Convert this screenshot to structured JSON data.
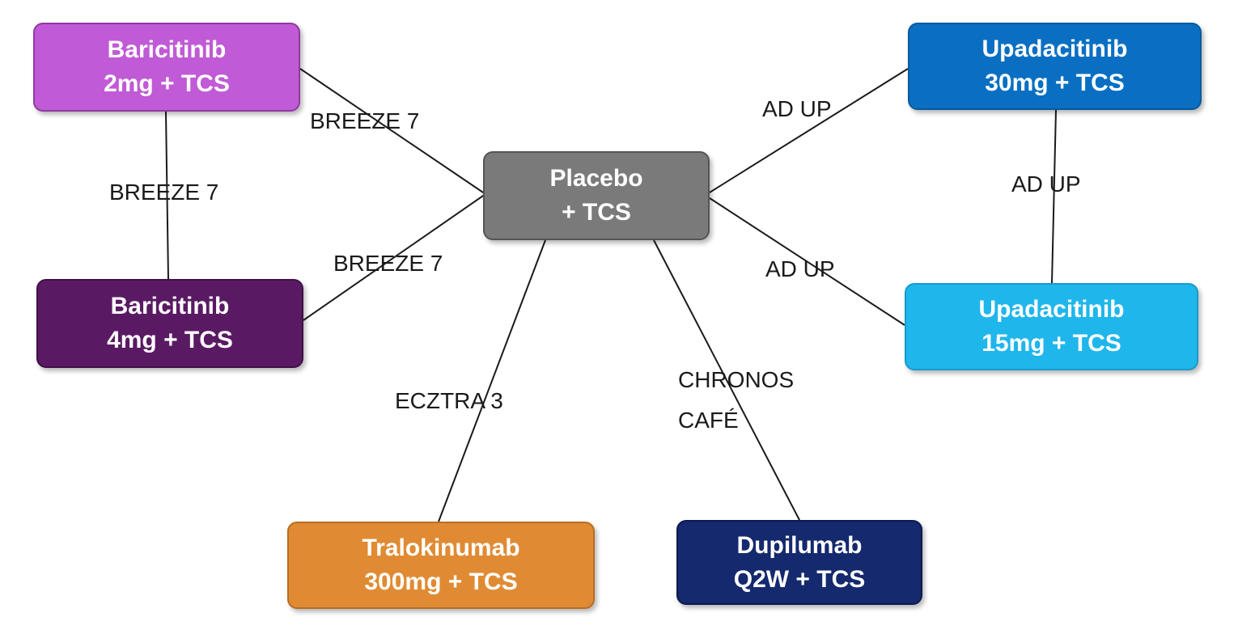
{
  "nodes": {
    "baricitinib_2mg": {
      "line1": "Baricitinib",
      "line2": "2mg + TCS",
      "color": "#c05ad6"
    },
    "baricitinib_4mg": {
      "line1": "Baricitinib",
      "line2": "4mg + TCS",
      "color": "#5a1a63"
    },
    "placebo": {
      "line1": "Placebo",
      "line2": "+ TCS",
      "color": "#7a7a7a"
    },
    "upadacitinib_30mg": {
      "line1": "Upadacitinib",
      "line2": "30mg + TCS",
      "color": "#0a6fc2"
    },
    "upadacitinib_15mg": {
      "line1": "Upadacitinib",
      "line2": "15mg + TCS",
      "color": "#1fb6ec"
    },
    "tralokinumab": {
      "line1": "Tralokinumab",
      "line2": "300mg + TCS",
      "color": "#e08b33"
    },
    "dupilumab": {
      "line1": "Dupilumab",
      "line2": "Q2W + TCS",
      "color": "#15296e"
    }
  },
  "edges": [
    {
      "from": "baricitinib_2mg",
      "to": "placebo",
      "label": "BREEZE 7"
    },
    {
      "from": "baricitinib_2mg",
      "to": "baricitinib_4mg",
      "label": "BREEZE 7"
    },
    {
      "from": "baricitinib_4mg",
      "to": "placebo",
      "label": "BREEZE 7"
    },
    {
      "from": "upadacitinib_30mg",
      "to": "placebo",
      "label": "AD UP"
    },
    {
      "from": "upadacitinib_30mg",
      "to": "upadacitinib_15mg",
      "label": "AD UP"
    },
    {
      "from": "upadacitinib_15mg",
      "to": "placebo",
      "label": "AD UP"
    },
    {
      "from": "tralokinumab",
      "to": "placebo",
      "label": "ECZTRA 3"
    },
    {
      "from": "dupilumab",
      "to": "placebo",
      "label": "CHRONOS",
      "label2": "CAFÉ"
    }
  ],
  "line_color": "#1a1a1a"
}
